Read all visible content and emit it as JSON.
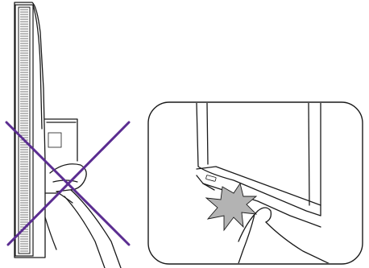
{
  "figure": {
    "left_panel": {
      "name": "incorrect-method",
      "mark": "cross"
    },
    "right_panel": {
      "name": "correct-method-inset",
      "callout": "hand-pressing-button"
    },
    "colors": {
      "cross": "#5b2d91",
      "line": "#1a1a1a",
      "burst": "#b3b3b3",
      "background": "#ffffff"
    }
  }
}
